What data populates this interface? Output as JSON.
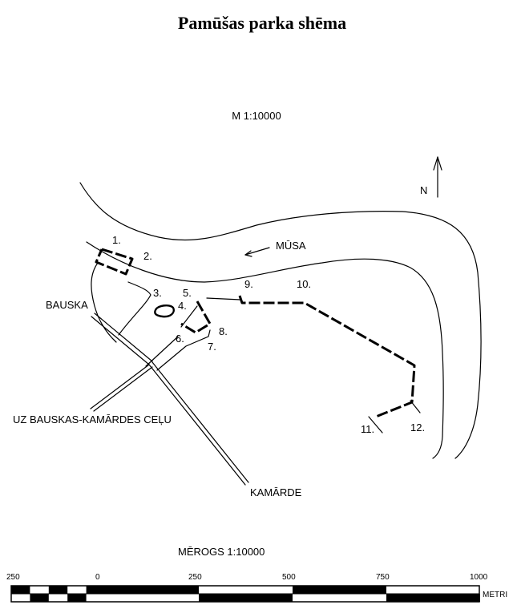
{
  "title": "Pamūšas parka shēma",
  "scale_text": "M 1:10000",
  "north_label": "N",
  "river_label": "MŪSA",
  "places": {
    "bauska": "BAUSKA",
    "road": "UZ BAUSKAS-KAMĀRDES CEĻU",
    "kamarde": "KAMĀRDE"
  },
  "points": [
    "1.",
    "2.",
    "3.",
    "4.",
    "5.",
    "6.",
    "7.",
    "8.",
    "9.",
    "10.",
    "11.",
    "12."
  ],
  "scale_bar": {
    "caption": "MĒROGS 1:10000",
    "ticks": [
      "250",
      "0",
      "250",
      "500",
      "750",
      "1000"
    ],
    "unit": "METRI"
  }
}
